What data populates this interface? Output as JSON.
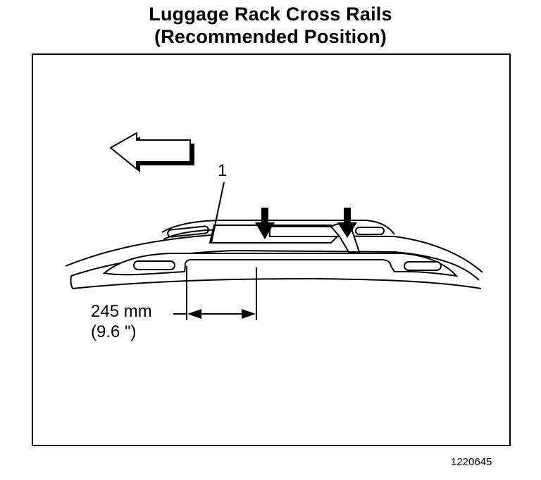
{
  "title": {
    "line1": "Luggage Rack Cross Rails",
    "line2": "(Recommended Position)"
  },
  "callout": "1",
  "dimension": {
    "metric": "245 mm",
    "imperial": "(9.6 \")"
  },
  "figure_number": "1220645"
}
